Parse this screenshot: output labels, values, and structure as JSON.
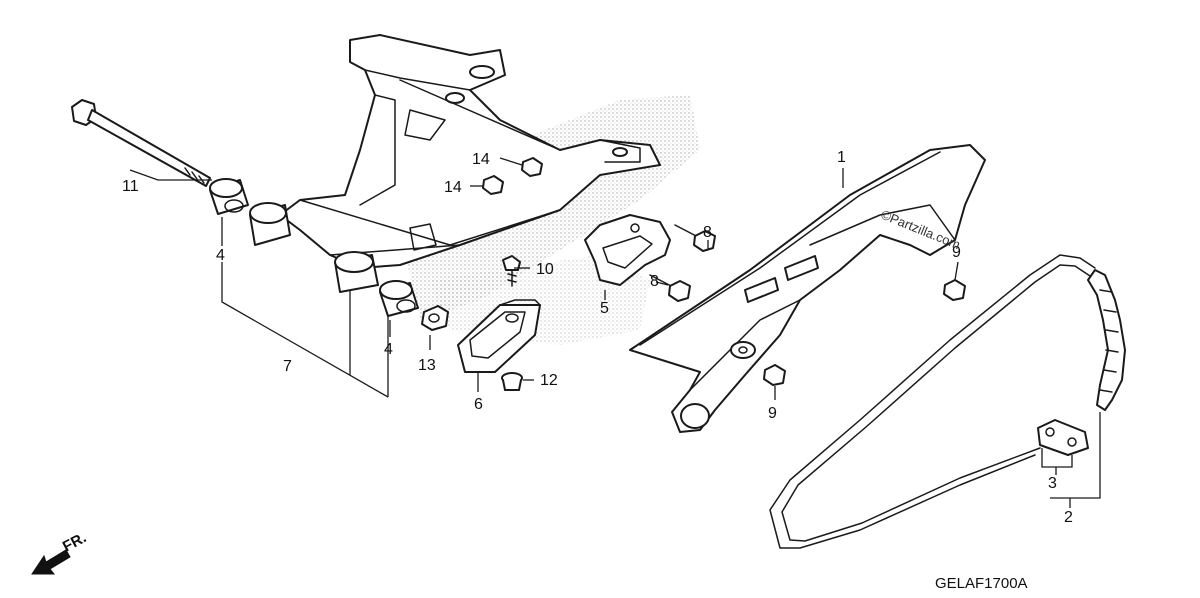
{
  "diagram_code": "GELAF1700A",
  "watermark": "©Partzilla.com",
  "direction_label": "FR.",
  "callouts": {
    "c1": "1",
    "c2": "2",
    "c3": "3",
    "c4a": "4",
    "c4b": "4",
    "c5": "5",
    "c6": "6",
    "c7": "7",
    "c8a": "8",
    "c8b": "8",
    "c9a": "9",
    "c9b": "9",
    "c10": "10",
    "c11": "11",
    "c12": "12",
    "c13": "13",
    "c14a": "14",
    "c14b": "14"
  },
  "colors": {
    "line": "#1a1a1a",
    "background": "#ffffff",
    "stipple": "#9a9a9a"
  }
}
